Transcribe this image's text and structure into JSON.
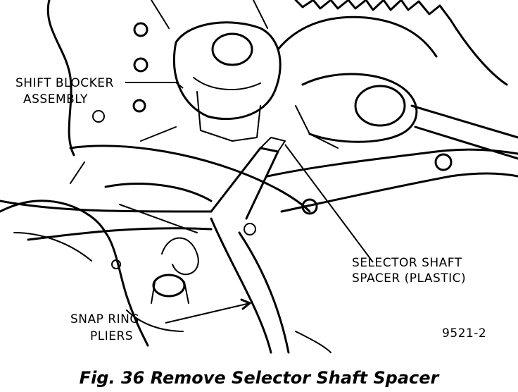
{
  "labels": {
    "shift_blocker": [
      "SHIFT BLOCKER",
      "ASSEMBLY"
    ],
    "selector_spacer": [
      "SELECTOR SHAFT",
      "SPACER (PLASTIC)"
    ],
    "snap_ring_pliers": [
      "SNAP RING",
      "PLIERS"
    ],
    "figure_code": "9521-2"
  },
  "caption": "Fig. 36 Remove Selector Shaft Spacer"
}
